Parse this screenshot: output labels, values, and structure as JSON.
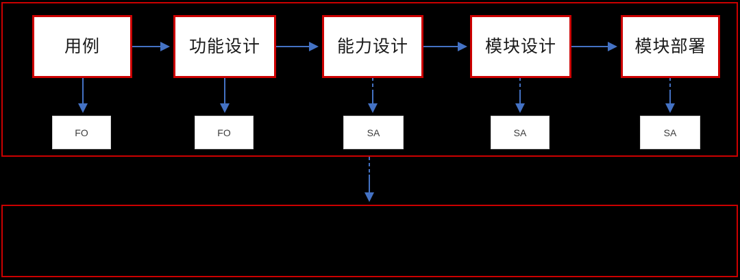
{
  "diagram": {
    "title": "",
    "background_color": "#000000",
    "group_border_color": "#CC0000",
    "stage_border_color": "#CC0000",
    "stage_fill_color": "#FFFFFF",
    "artifact_fill_color": "#FFFFFF",
    "artifact_border_color": "#D4D4D4",
    "arrow_color": "#4472C4",
    "groups": [
      {
        "name": "top-group",
        "label": ""
      },
      {
        "name": "bottom-group",
        "label": ""
      }
    ],
    "stages": [
      {
        "id": "stage-1",
        "label": "用例",
        "artifact": "FO",
        "artifact_link_style": "solid"
      },
      {
        "id": "stage-2",
        "label": "功能设计",
        "artifact": "FO",
        "artifact_link_style": "solid"
      },
      {
        "id": "stage-3",
        "label": "能力设计",
        "artifact": "SA",
        "artifact_link_style": "dashed"
      },
      {
        "id": "stage-4",
        "label": "模块设计",
        "artifact": "SA",
        "artifact_link_style": "dashed"
      },
      {
        "id": "stage-5",
        "label": "模块部署",
        "artifact": "SA",
        "artifact_link_style": "dashed"
      }
    ],
    "flow_arrows": [
      {
        "from": "stage-1",
        "to": "stage-2",
        "style": "solid"
      },
      {
        "from": "stage-2",
        "to": "stage-3",
        "style": "solid"
      },
      {
        "from": "stage-3",
        "to": "stage-4",
        "style": "solid"
      },
      {
        "from": "stage-4",
        "to": "stage-5",
        "style": "solid"
      }
    ],
    "group_connector": {
      "from": "top-group",
      "to": "bottom-group",
      "style": "dashed-to-solid",
      "label": ""
    }
  }
}
